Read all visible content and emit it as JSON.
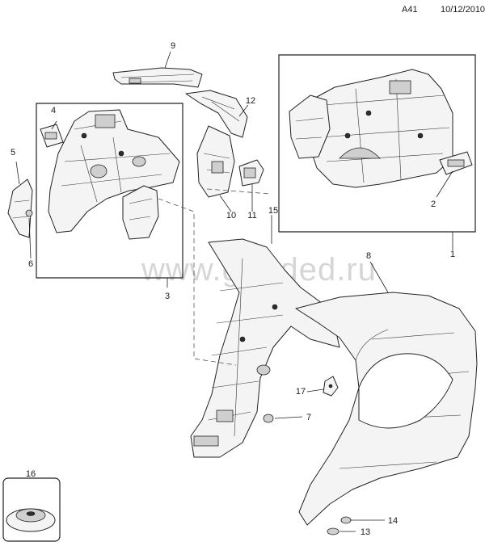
{
  "header": {
    "code": "A41",
    "date": "10/12/2010"
  },
  "watermark": "www.gm-ded.ru",
  "callouts": [
    "1",
    "2",
    "3",
    "4",
    "5",
    "6",
    "7",
    "8",
    "9",
    "10",
    "11",
    "12",
    "13",
    "14",
    "15",
    "16",
    "17"
  ]
}
